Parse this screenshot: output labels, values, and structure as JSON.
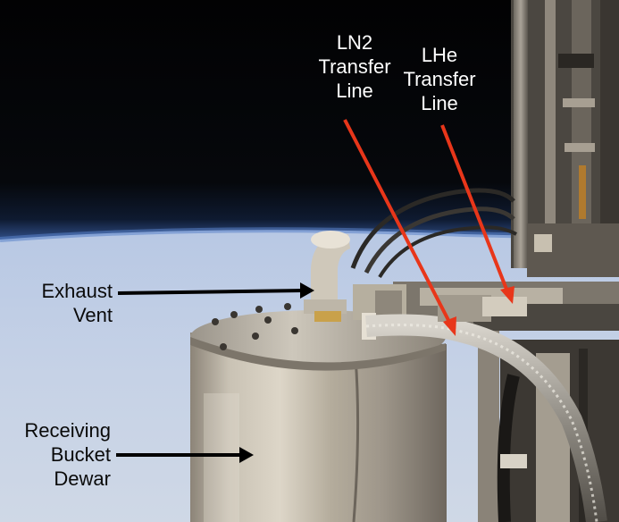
{
  "labels": {
    "ln2": [
      "LN2",
      "Transfer",
      "Line"
    ],
    "lhe": [
      "LHe",
      "Transfer",
      "Line"
    ],
    "exhaust": [
      "Exhaust",
      "Vent"
    ],
    "bucket": [
      "Receiving",
      "Bucket",
      "Dewar"
    ]
  },
  "colors": {
    "arrow_red": "#e8361a",
    "arrow_black": "#000000",
    "label_white": "#ffffff",
    "label_black": "#0a0a0a"
  }
}
